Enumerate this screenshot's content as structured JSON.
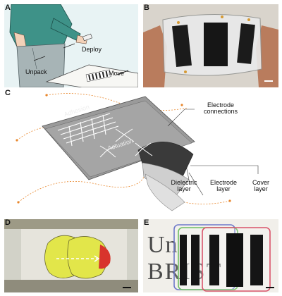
{
  "figure": {
    "panels": [
      {
        "label": "A",
        "annotations": [
          "Deploy",
          "Unpack",
          "Move"
        ]
      },
      {
        "label": "B"
      },
      {
        "label": "C",
        "annotations": [
          "Adhesion",
          "Actuation",
          "Electrode connections",
          "Dielectric layer",
          "Electrode layer",
          "Cover layer"
        ]
      },
      {
        "label": "D"
      },
      {
        "label": "E",
        "background_text": [
          "Un",
          "BRIST"
        ]
      }
    ],
    "colors": {
      "panel_a_bg": "#e8f3f4",
      "shirt": "#3e9288",
      "pants": "#a7b4b6",
      "panel_d_bg": "#d7d7cf",
      "actuator_yellow": "#e2e64a",
      "actuator_red": "#d8342c",
      "panel_c_dots": "#e8862b"
    }
  }
}
